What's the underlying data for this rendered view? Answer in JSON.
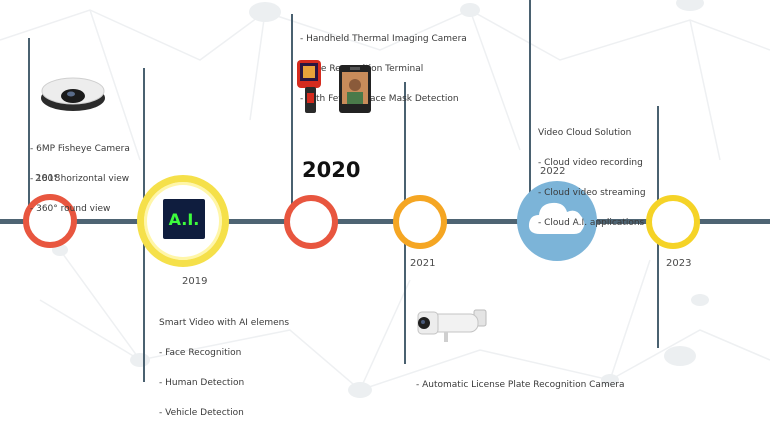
{
  "milestones": {
    "m2018": {
      "year": "2018",
      "items": [
        "- 6MP Fisheye Camera",
        "- 180° horizontal view",
        "- 360° round view"
      ]
    },
    "m2019": {
      "year": "2019",
      "badge": "A.I.",
      "heading": "Smart Video with AI elemens",
      "items": [
        "- Face Recognition",
        "- Human Detection",
        "- Vehicle Detection"
      ]
    },
    "m2020": {
      "year": "2020",
      "items": [
        "- Handheld Thermal Imaging Camera",
        "- Face Recognition Terminal",
        "- with Fever & Face Mask Detection"
      ]
    },
    "m2021": {
      "year": "2021",
      "items": [
        "- Automatic License Plate Recognition Camera"
      ]
    },
    "m2022": {
      "year": "2022",
      "heading": "Video Cloud Solution",
      "items": [
        "- Cloud video recording",
        "- Cloud video streaming",
        "- Cloud A.I. applications"
      ]
    },
    "m2023": {
      "year": "2023"
    }
  },
  "icons": [
    "fisheye-camera-icon",
    "ai-chip-icon",
    "thermal-camera-icon",
    "face-terminal-icon",
    "bullet-camera-icon",
    "cloud-icon"
  ],
  "colors": {
    "timeline": "#4e6473",
    "red_ring": "#e8563f",
    "orange_ring": "#f5a623",
    "yellow_ring": "#f5d327",
    "cloud_blue": "#7cb4d8",
    "ai_bg": "#0f1d3e",
    "ai_text": "#3dfc3d"
  }
}
